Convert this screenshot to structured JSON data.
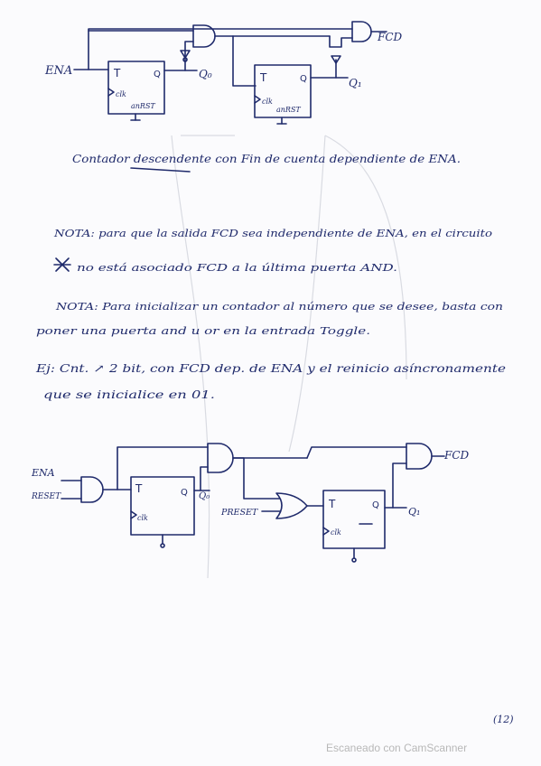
{
  "diagram1": {
    "signals": {
      "ena": "ENA",
      "fcd": "FCD",
      "q0": "Q₀",
      "q1": "Q₁"
    },
    "ff0": {
      "t": "T",
      "q": "Q",
      "clk": "clk",
      "reset": "anRST"
    },
    "ff1": {
      "t": "T",
      "q": "Q",
      "clk": "clk",
      "reset": "anRST"
    }
  },
  "notes": {
    "caption": "Contador descendente con Fin de cuenta dependiente de ENA.",
    "nota1_line1": "NOTA: para que la salida FCD sea independiente de ENA, en el circuito",
    "nota1_line2": "no está asociado FCD a la última puerta AND.",
    "nota2_line1": "NOTA: Para inicializar un contador al número que se desee, basta con",
    "nota2_line2": "poner una puerta and u or en la entrada Toggle.",
    "ej_line1": "Ej: Cnt. ↗ 2 bit, con FCD dep. de ENA y el reinicio asíncronamente",
    "ej_line2": "que se inicialice en 01."
  },
  "diagram2": {
    "signals": {
      "ena": "ENA",
      "reset": "RESET",
      "preset": "PRESET",
      "fcd": "FCD",
      "q0": "Q₀",
      "q1": "Q₁"
    },
    "ff0": {
      "t": "T",
      "q": "Q",
      "clk": "clk"
    },
    "ff1": {
      "t": "T",
      "q": "Q",
      "clk": "clk"
    }
  },
  "page_number": "(12)",
  "footer": "Escaneado con CamScanner"
}
